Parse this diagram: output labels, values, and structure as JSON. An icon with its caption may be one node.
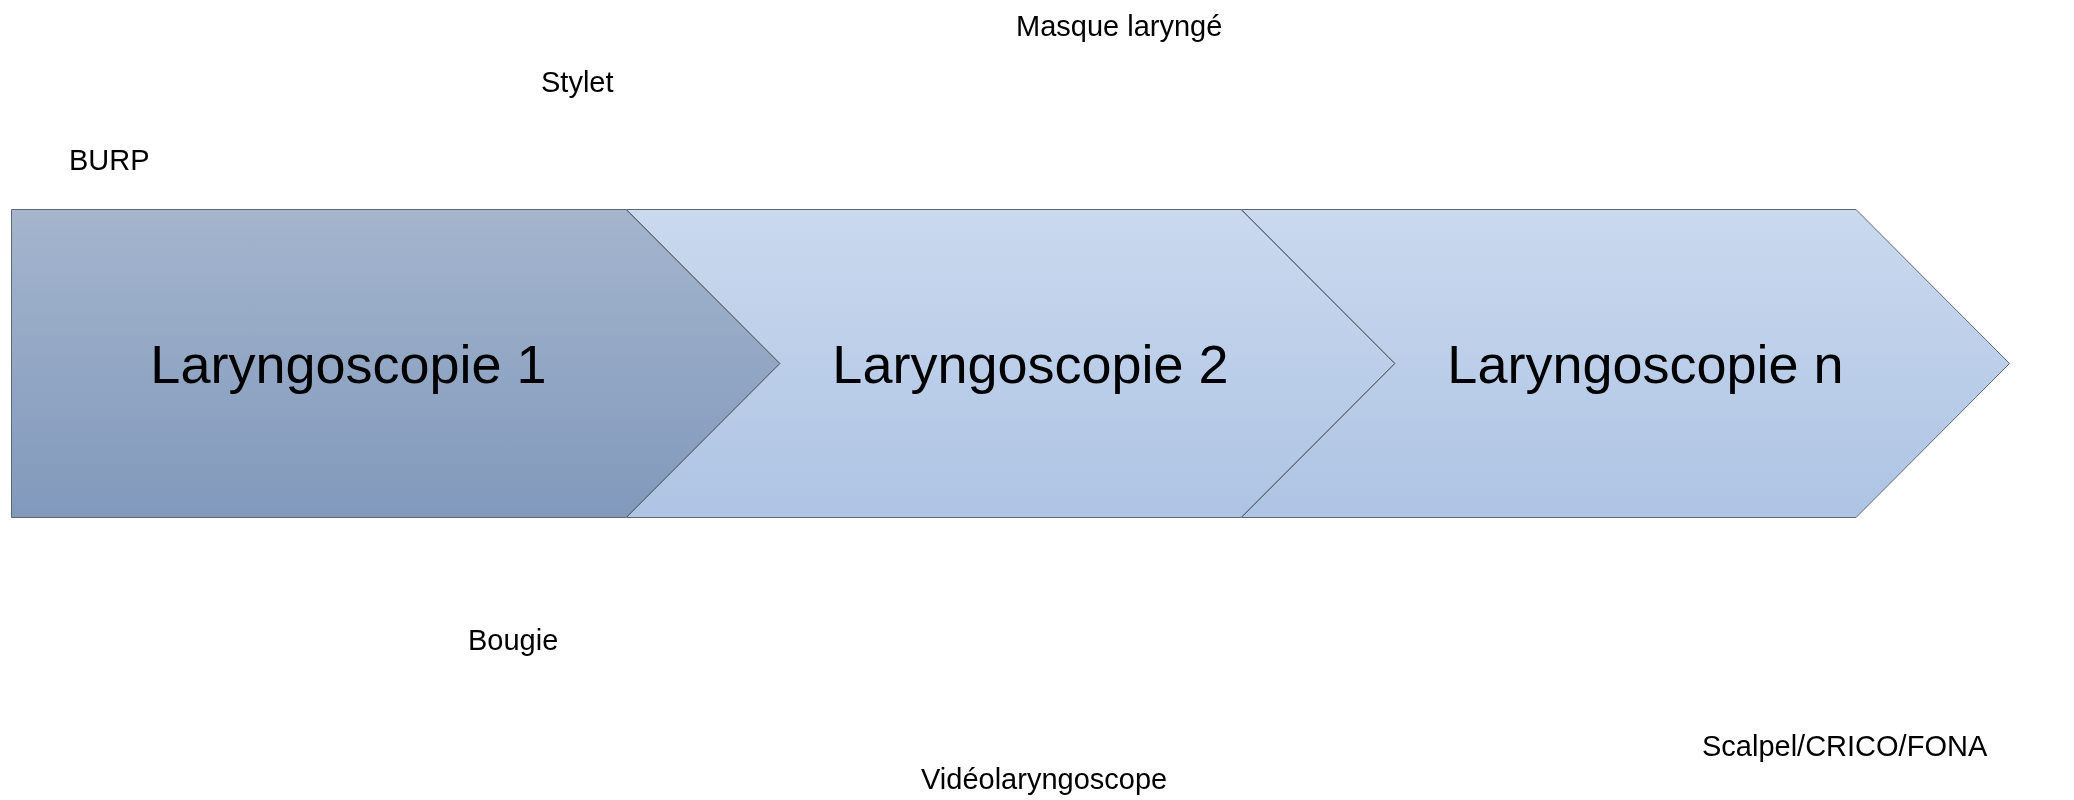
{
  "diagram": {
    "nodes": [
      {
        "text": [
          "Laryngoscopie 1"
        ]
      },
      {
        "text": [
          "Laryngoscopie 2"
        ]
      },
      {
        "text": [
          "Laryngoscopie n"
        ]
      }
    ],
    "labels": [
      "Masque laryngé",
      "Stylet",
      "BURP",
      "Bougie",
      "Scalpel/CRICO/FONA",
      "Vidéolaryngoscope"
    ]
  }
}
